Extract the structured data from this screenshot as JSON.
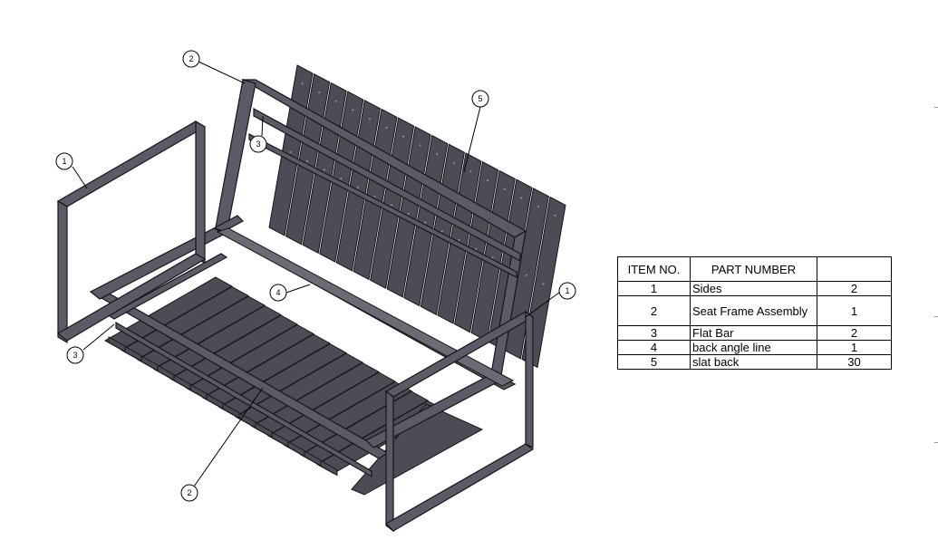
{
  "bom": {
    "headers": [
      "ITEM NO.",
      "PART NUMBER",
      ""
    ],
    "rows": [
      {
        "item": "1",
        "part": "Sides",
        "qty": "2"
      },
      {
        "item": "2",
        "part": "Seat Frame Assembly",
        "qty": "1"
      },
      {
        "item": "3",
        "part": "Flat Bar",
        "qty": "2"
      },
      {
        "item": "4",
        "part": "back angle line",
        "qty": "1"
      },
      {
        "item": "5",
        "part": "slat back",
        "qty": "30"
      }
    ]
  },
  "callouts": {
    "left_side": "1",
    "right_side": "1",
    "seat_frame_top": "2",
    "seat_frame_bottom": "2",
    "flat_bar_top": "3",
    "flat_bar_left": "3",
    "back_angle": "4",
    "slat_back": "5"
  },
  "colors": {
    "slat_fill": "#4b4c56",
    "frame_fill": "#5a5b66",
    "stroke": "#16161a",
    "line": "#000000"
  }
}
